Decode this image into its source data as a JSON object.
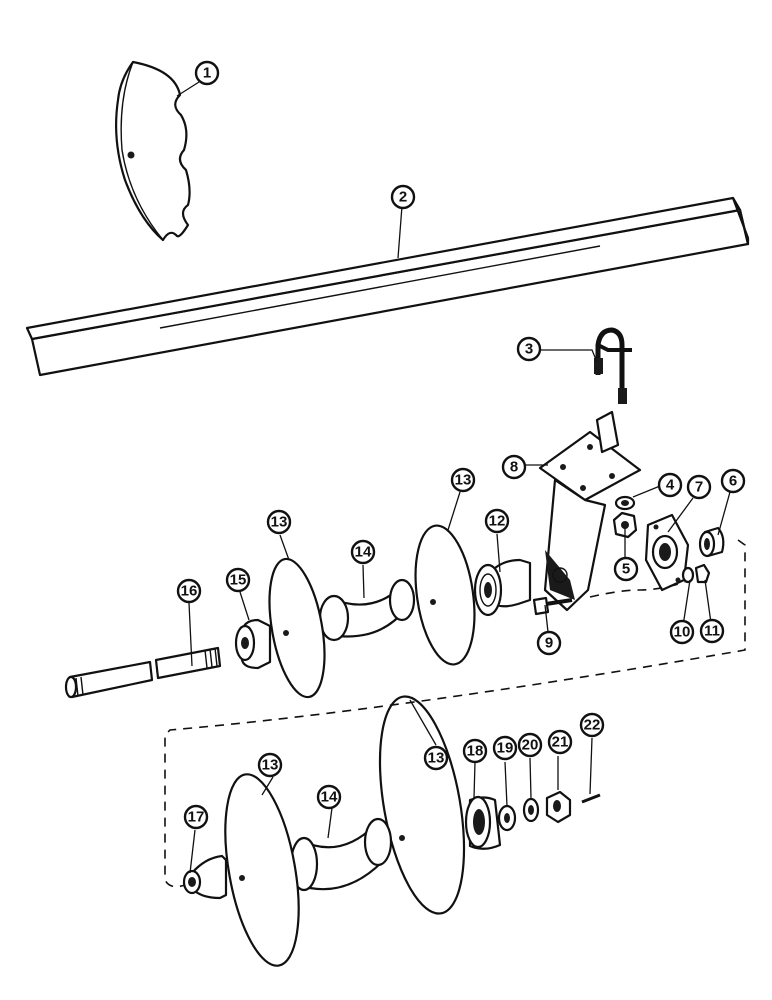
{
  "callouts": [
    {
      "id": "c1",
      "label": "1"
    },
    {
      "id": "c2",
      "label": "2"
    },
    {
      "id": "c3",
      "label": "3"
    },
    {
      "id": "c4",
      "label": "4"
    },
    {
      "id": "c5",
      "label": "5"
    },
    {
      "id": "c6",
      "label": "6"
    },
    {
      "id": "c7",
      "label": "7"
    },
    {
      "id": "c8",
      "label": "8"
    },
    {
      "id": "c9",
      "label": "9"
    },
    {
      "id": "c10",
      "label": "10"
    },
    {
      "id": "c11",
      "label": "11"
    },
    {
      "id": "c12",
      "label": "12"
    },
    {
      "id": "c13a",
      "label": "13"
    },
    {
      "id": "c13b",
      "label": "13"
    },
    {
      "id": "c13c",
      "label": "13"
    },
    {
      "id": "c13d",
      "label": "13"
    },
    {
      "id": "c14a",
      "label": "14"
    },
    {
      "id": "c14b",
      "label": "14"
    },
    {
      "id": "c15",
      "label": "15"
    },
    {
      "id": "c16",
      "label": "16"
    },
    {
      "id": "c17",
      "label": "17"
    },
    {
      "id": "c18",
      "label": "18"
    },
    {
      "id": "c19",
      "label": "19"
    },
    {
      "id": "c20",
      "label": "20"
    },
    {
      "id": "c21",
      "label": "21"
    },
    {
      "id": "c22",
      "label": "22"
    }
  ]
}
